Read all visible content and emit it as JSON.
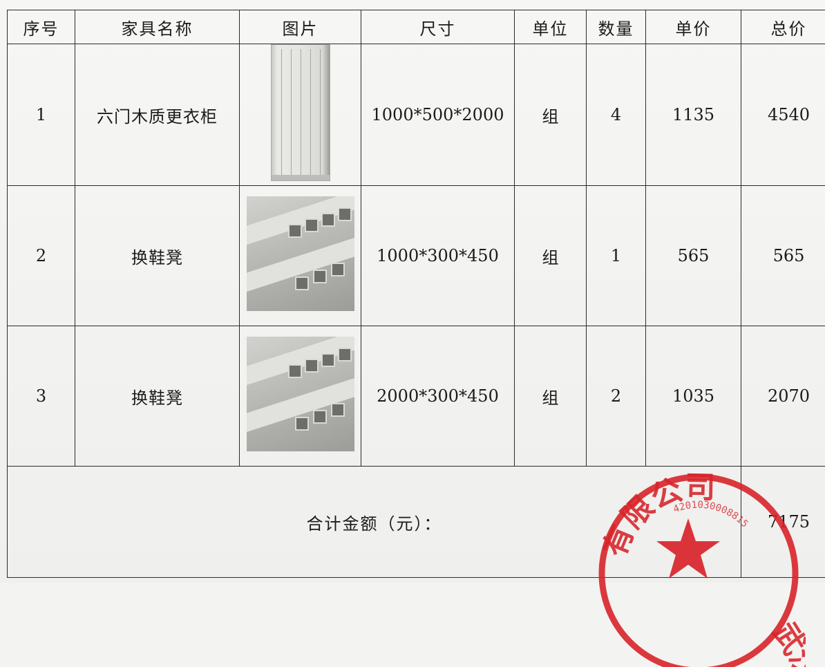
{
  "table": {
    "headers": [
      "序号",
      "家具名称",
      "图片",
      "尺寸",
      "单位",
      "数量",
      "单价",
      "总价"
    ],
    "rows": [
      {
        "no": "1",
        "name": "六门木质更衣柜",
        "image": "wardrobe-photo",
        "size": "1000*500*2000",
        "unit": "组",
        "qty": "4",
        "unit_price": "1135",
        "total": "4540"
      },
      {
        "no": "2",
        "name": "换鞋凳",
        "image": "shoe-bench-photo",
        "size": "1000*300*450",
        "unit": "组",
        "qty": "1",
        "unit_price": "565",
        "total": "565"
      },
      {
        "no": "3",
        "name": "换鞋凳",
        "image": "shoe-bench-photo",
        "size": "2000*300*450",
        "unit": "组",
        "qty": "2",
        "unit_price": "1035",
        "total": "2070"
      }
    ],
    "total_label": "合计金额（元）：",
    "total_value": "7175"
  },
  "stamp": {
    "text": "有限公司",
    "partial_text": "武汉",
    "number": "4201030008815",
    "color": "#d8232a"
  },
  "colors": {
    "border": "#2a2a2a",
    "paper": "#f3f3f1"
  }
}
